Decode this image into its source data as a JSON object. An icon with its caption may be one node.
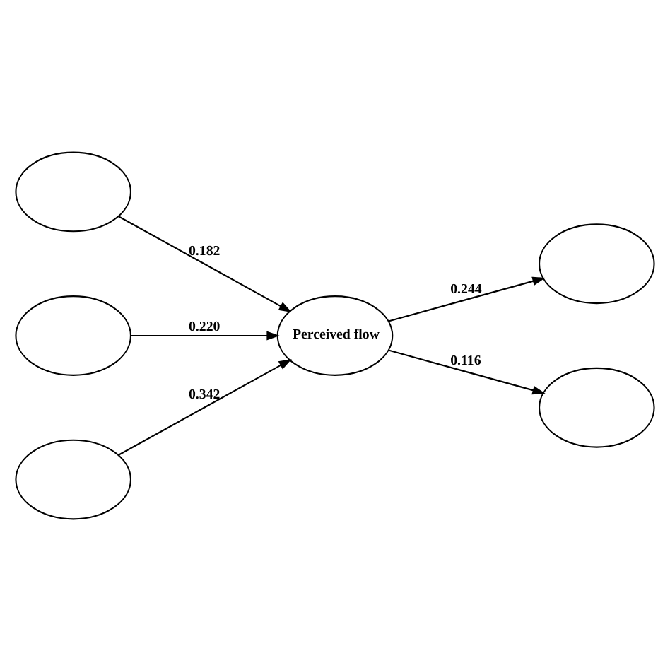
{
  "diagram": {
    "nodes": [
      {
        "text": [],
        "shape": "ellipse"
      },
      {
        "text": [],
        "shape": "ellipse"
      },
      {
        "text": [],
        "shape": "ellipse"
      },
      {
        "text": [
          "Perceived flow"
        ]
      },
      {
        "text": [],
        "shape": "ellipse"
      },
      {
        "text": [],
        "shape": "ellipse"
      }
    ],
    "edges": [
      {
        "from": 0,
        "to": 3,
        "arrow": "to",
        "label": "0.182"
      },
      {
        "from": 1,
        "to": 3,
        "arrow": "to",
        "label": "0.220"
      },
      {
        "from": 2,
        "to": 3,
        "arrow": "to",
        "label": "0.342"
      },
      {
        "from": 3,
        "to": 4,
        "arrow": "to",
        "label": "0.244"
      },
      {
        "from": 3,
        "to": 5,
        "arrow": "to",
        "label": "0.116"
      }
    ]
  }
}
